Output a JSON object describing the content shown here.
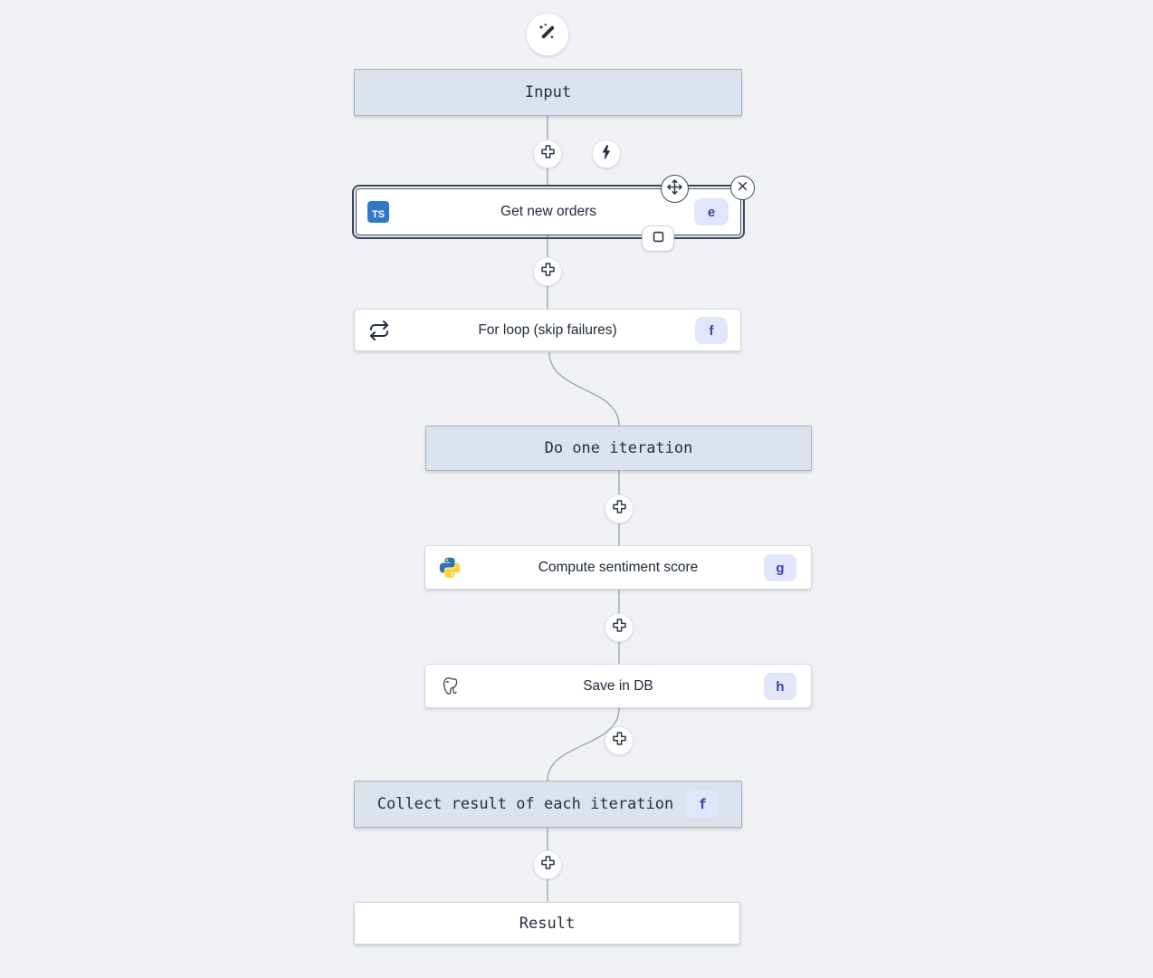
{
  "app": {
    "title": "Flow editor canvas"
  },
  "colors": {
    "canvas_bg": "#eff1f5",
    "virtual_node_bg": "#dbe2ec",
    "virtual_node_border": "#a9b2bf",
    "step_node_bg": "#ffffff",
    "step_node_border": "#d4d9df",
    "selected_outline": "#3e495b",
    "badge_bg": "#e2e6fb",
    "badge_text": "#4140b0",
    "edge": "#9aa1ab",
    "icon_dark": "#252f3f",
    "typescript_blue": "#3178c6",
    "python_blue": "#3573a6",
    "python_yellow": "#ffd43b"
  },
  "icons": {
    "typescript_label": "TS"
  },
  "nodes": [
    {
      "id": "input",
      "label": "Input",
      "kind": "virtual"
    },
    {
      "id": "get_new_orders",
      "label": "Get new orders",
      "badge": "e",
      "icon": "typescript",
      "selected": true
    },
    {
      "id": "for_loop",
      "label": "For loop (skip failures)",
      "badge": "f",
      "icon": "repeat"
    },
    {
      "id": "do_one_iteration",
      "label": "Do one iteration",
      "kind": "virtual"
    },
    {
      "id": "compute_sentiment_score",
      "label": "Compute sentiment score",
      "badge": "g",
      "icon": "python"
    },
    {
      "id": "save_in_db",
      "label": "Save in DB",
      "badge": "h",
      "icon": "postgresql"
    },
    {
      "id": "collect_result",
      "label": "Collect result of each iteration",
      "badge": "f",
      "kind": "virtual"
    },
    {
      "id": "result",
      "label": "Result",
      "kind": "virtual"
    }
  ]
}
